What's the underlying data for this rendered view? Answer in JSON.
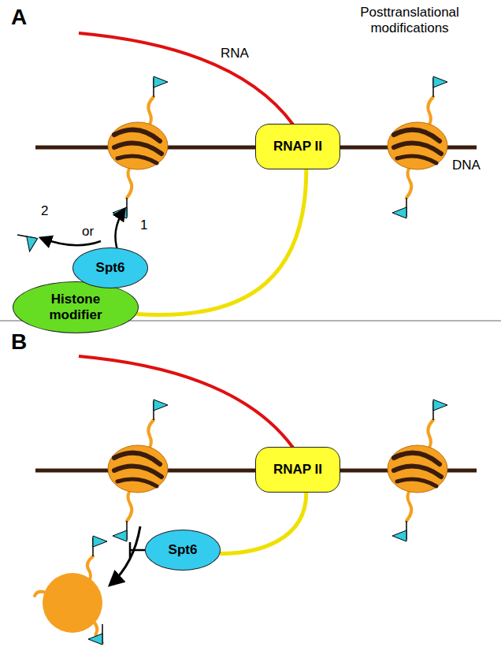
{
  "diagram": {
    "nodes": [
      {
        "text": [
          "RNAP II"
        ]
      },
      {
        "text": [
          "Spt6"
        ]
      },
      {
        "text": [
          "Histone modifier"
        ]
      },
      {
        "text": [
          "RNAP II"
        ]
      },
      {
        "text": [
          "Spt6"
        ]
      }
    ],
    "edges": [
      {
        "from": 0,
        "to": 2,
        "arrow": "none"
      },
      {
        "from": 3,
        "to": 4,
        "arrow": "none"
      }
    ],
    "labels": [
      "A",
      "Posttranslational modifications",
      "RNA",
      "DNA",
      "1",
      "or",
      "2",
      "B"
    ]
  }
}
